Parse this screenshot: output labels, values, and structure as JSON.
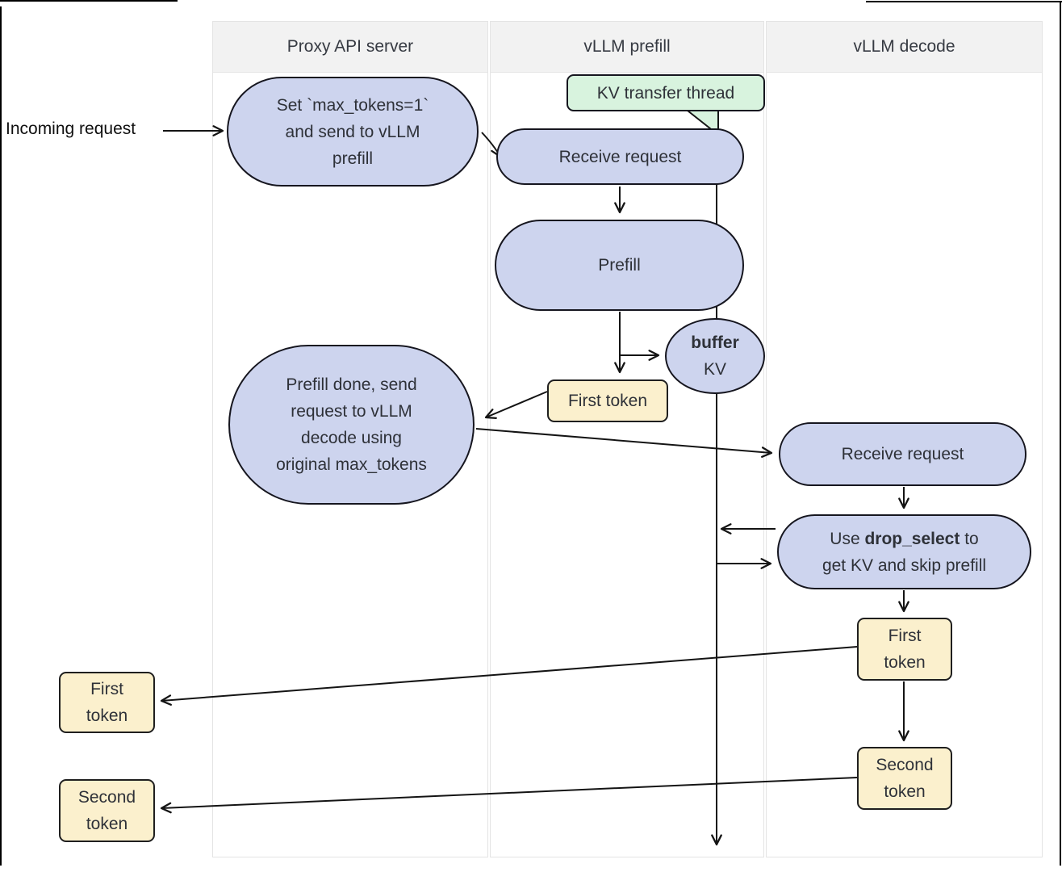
{
  "columns": [
    {
      "title": "Proxy API server"
    },
    {
      "title": "vLLM prefill"
    },
    {
      "title": "vLLM decode"
    }
  ],
  "labels": {
    "incoming_request": "Incoming request"
  },
  "nodes": {
    "set_max_tokens": {
      "line1": "Set `max_tokens=1`",
      "line2": "and send to vLLM",
      "line3": "prefill"
    },
    "kv_transfer_thread": {
      "label": "KV transfer thread"
    },
    "receive_request_prefill": {
      "label": "Receive request"
    },
    "prefill": {
      "label": "Prefill"
    },
    "buffer_kv": {
      "bold": "buffer",
      "line2": "KV"
    },
    "first_token_prefill": {
      "label": "First token"
    },
    "prefill_done": {
      "line1": "Prefill done, send",
      "line2": "request to vLLM",
      "line3": "decode using",
      "line4": "original max_tokens"
    },
    "receive_request_decode": {
      "label": "Receive request"
    },
    "drop_select": {
      "line1_pre": "Use ",
      "line1_bold": "drop_select",
      "line1_post": " to",
      "line2": "get KV and skip prefill"
    },
    "first_token_decode": {
      "line1": "First",
      "line2": "token"
    },
    "second_token_decode": {
      "line1": "Second",
      "line2": "token"
    },
    "first_token_out": {
      "line1": "First",
      "line2": "token"
    },
    "second_token_out": {
      "line1": "Second",
      "line2": "token"
    }
  },
  "colors": {
    "node_fill": "#cdd4ee",
    "node_border": "#16161f",
    "token_fill": "#fbf0cd",
    "token_border": "#1f1f1f",
    "thread_fill": "#d8f3de",
    "header_bg": "#f2f2f2",
    "column_border": "#e4e4e4",
    "text": "#2e3138",
    "arrow": "#141414"
  }
}
